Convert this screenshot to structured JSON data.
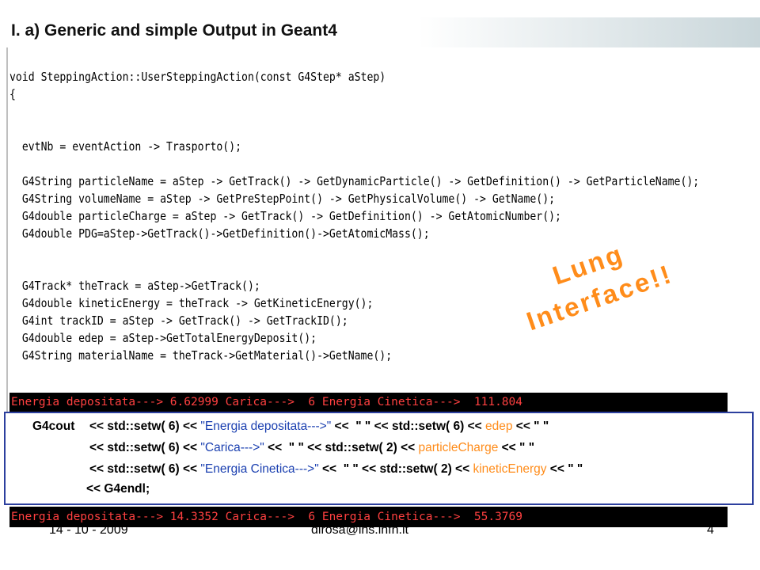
{
  "slide": {
    "title": "I. a) Generic and simple Output in Geant4",
    "code_lines": [
      "void SteppingAction::UserSteppingAction(const G4Step* aStep)",
      "{",
      "",
      "",
      "  evtNb = eventAction -> Trasporto();",
      "",
      "  G4String particleName = aStep -> GetTrack() -> GetDynamicParticle() -> GetDefinition() -> GetParticleName();",
      "  G4String volumeName = aStep -> GetPreStepPoint() -> GetPhysicalVolume() -> GetName();",
      "  G4double particleCharge = aStep -> GetTrack() -> GetDefinition() -> GetAtomicNumber();",
      "  G4double PDG=aStep->GetTrack()->GetDefinition()->GetAtomicMass();",
      "",
      "",
      "  G4Track* theTrack = aStep->GetTrack();",
      "  G4double kineticEnergy = theTrack -> GetKineticEnergy();",
      "  G4int trackID = aStep -> GetTrack() -> GetTrackID();",
      "  G4double edep = aStep->GetTotalEnergyDeposit();",
      "  G4String materialName = theTrack->GetMaterial()->GetName();"
    ],
    "callout": [
      "Lung",
      "Interface!!"
    ],
    "terminal_top": "Energia depositata---> 6.62999 Carica--->  6 Energia Cinetica--->  111.804",
    "terminal_bottom": "Energia depositata---> 14.3352 Carica--->  6 Energia Cinetica--->  55.3769",
    "cout_box": {
      "row1": {
        "a": "G4cout",
        "b": "<< std::setw( 6) << ",
        "s1": "\"Energia depositata--->\"",
        "c": " <<  \" \" << std::setw( 6) << ",
        "h": "edep",
        "d": " << \" \""
      },
      "row2": {
        "b": "<< std::setw( 6) << ",
        "s1": "\"Carica--->\"",
        "c": " <<  \" \" << std::setw( 2) << ",
        "h": "particleCharge",
        "d": " << \" \""
      },
      "row3": {
        "b": "<< std::setw( 6) << ",
        "s1": "\"Energia Cinetica--->\"",
        "c": " <<  \" \" << std::setw( 2) << ",
        "h": "kineticEnergy",
        "d": " << \" \""
      },
      "row4": "<< G4endl;"
    },
    "footer": {
      "date": "14 - 10 - 2009",
      "email": "dirosa@lns.infn.it",
      "page": "4"
    },
    "colors": {
      "title_gradient_end": "#c9d6da",
      "terminal_text": "#ff4040",
      "string_literal": "#1a3fb0",
      "variable_highlight": "#ff8c1a",
      "callout": "#ff8c1a",
      "box_border": "#2c3f9e"
    }
  }
}
